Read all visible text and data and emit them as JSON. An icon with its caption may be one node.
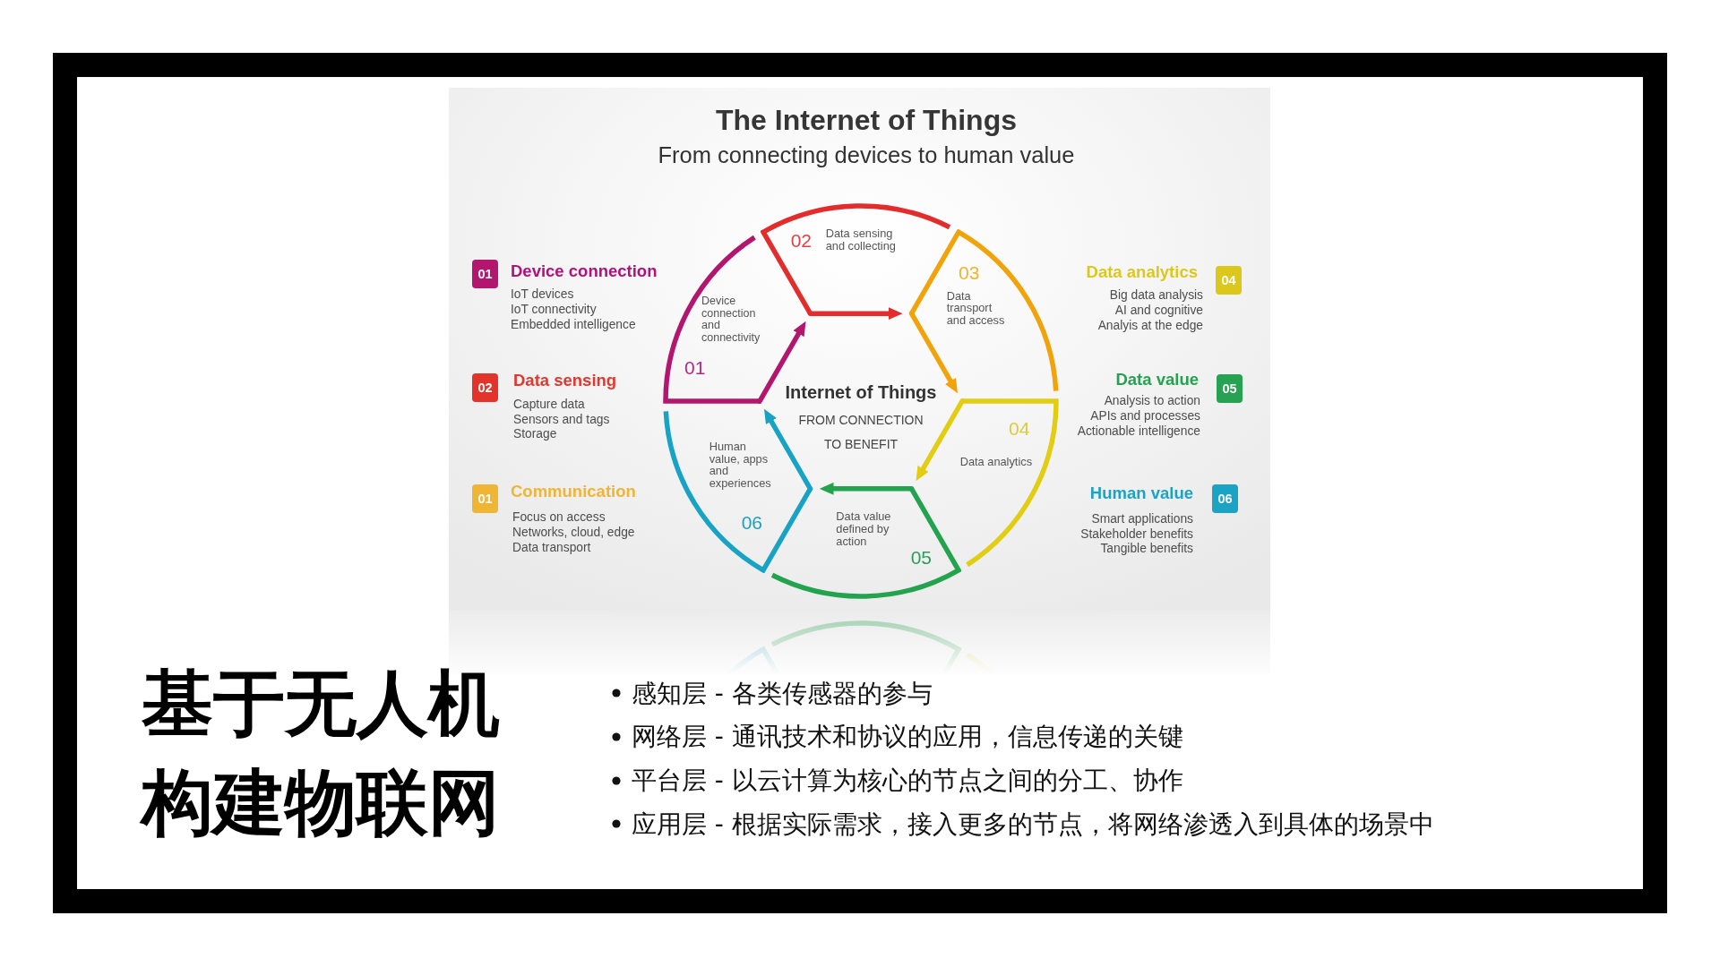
{
  "diagram": {
    "title": "基于无人机构建物联网",
    "nodes": [
      {
        "text": [
          "01"
        ],
        "beside": [
          "Device connection",
          "IoT devices",
          "IoT connectivity",
          "Embedded intelligence"
        ]
      },
      {
        "text": [
          "02"
        ],
        "beside": [
          "Data sensing",
          "Capture data",
          "Sensors and tags",
          "Storage"
        ]
      },
      {
        "text": [
          "01"
        ],
        "beside": [
          "Communication",
          "Focus on access",
          "Networks, cloud, edge",
          "Data transport"
        ]
      },
      {
        "text": [
          "Device connection and connectivity",
          "01"
        ]
      },
      {
        "text": [
          "02",
          "Data sensing and collecting"
        ]
      },
      {
        "text": [
          "03",
          "Data transport and access"
        ]
      },
      {
        "text": [
          "04",
          "Data analytics"
        ]
      },
      {
        "text": [
          "Data value defined by action",
          "05"
        ]
      },
      {
        "text": [
          "Human value, apps and experiences",
          "06"
        ]
      },
      {
        "text": [
          "04"
        ],
        "beside": [
          "Data analytics",
          "Big data analysis",
          "AI and cognitive",
          "Analyis at the edge"
        ]
      },
      {
        "text": [
          "05"
        ],
        "beside": [
          "Data value",
          "Analysis to action",
          "APIs and processes",
          "Actionable intelligence"
        ]
      },
      {
        "text": [
          "06"
        ],
        "beside": [
          "Human value",
          "Smart applications",
          "Stakeholder benefits",
          "Tangible benefits"
        ]
      }
    ],
    "edges": [
      {
        "from": 3,
        "to": 4,
        "arrow": "to",
        "color": "#b3166f"
      },
      {
        "from": 4,
        "to": 5,
        "arrow": "to",
        "color": "#e32d2d"
      },
      {
        "from": 5,
        "to": 6,
        "arrow": "to",
        "color": "#f0a30a"
      },
      {
        "from": 6,
        "to": 7,
        "arrow": "to",
        "color": "#e2cd12"
      },
      {
        "from": 7,
        "to": 8,
        "arrow": "to",
        "color": "#23a34d"
      },
      {
        "from": 8,
        "to": 3,
        "arrow": "to",
        "color": "#18a3c4"
      }
    ],
    "labels": [
      "The Internet of Things",
      "From connecting devices to human value",
      "Internet of Things",
      "FROM CONNECTION TO BENEFIT",
      "感知层 - 各类传感器的参与",
      "网络层 - 通讯技术和协议的应用，信息传递的关键",
      "平台层 - 以云计算为核心的节点之间的分工、协作",
      "应用层 - 根据实际需求，接入更多的节点，将网络渗透入到具体的场景中"
    ]
  }
}
